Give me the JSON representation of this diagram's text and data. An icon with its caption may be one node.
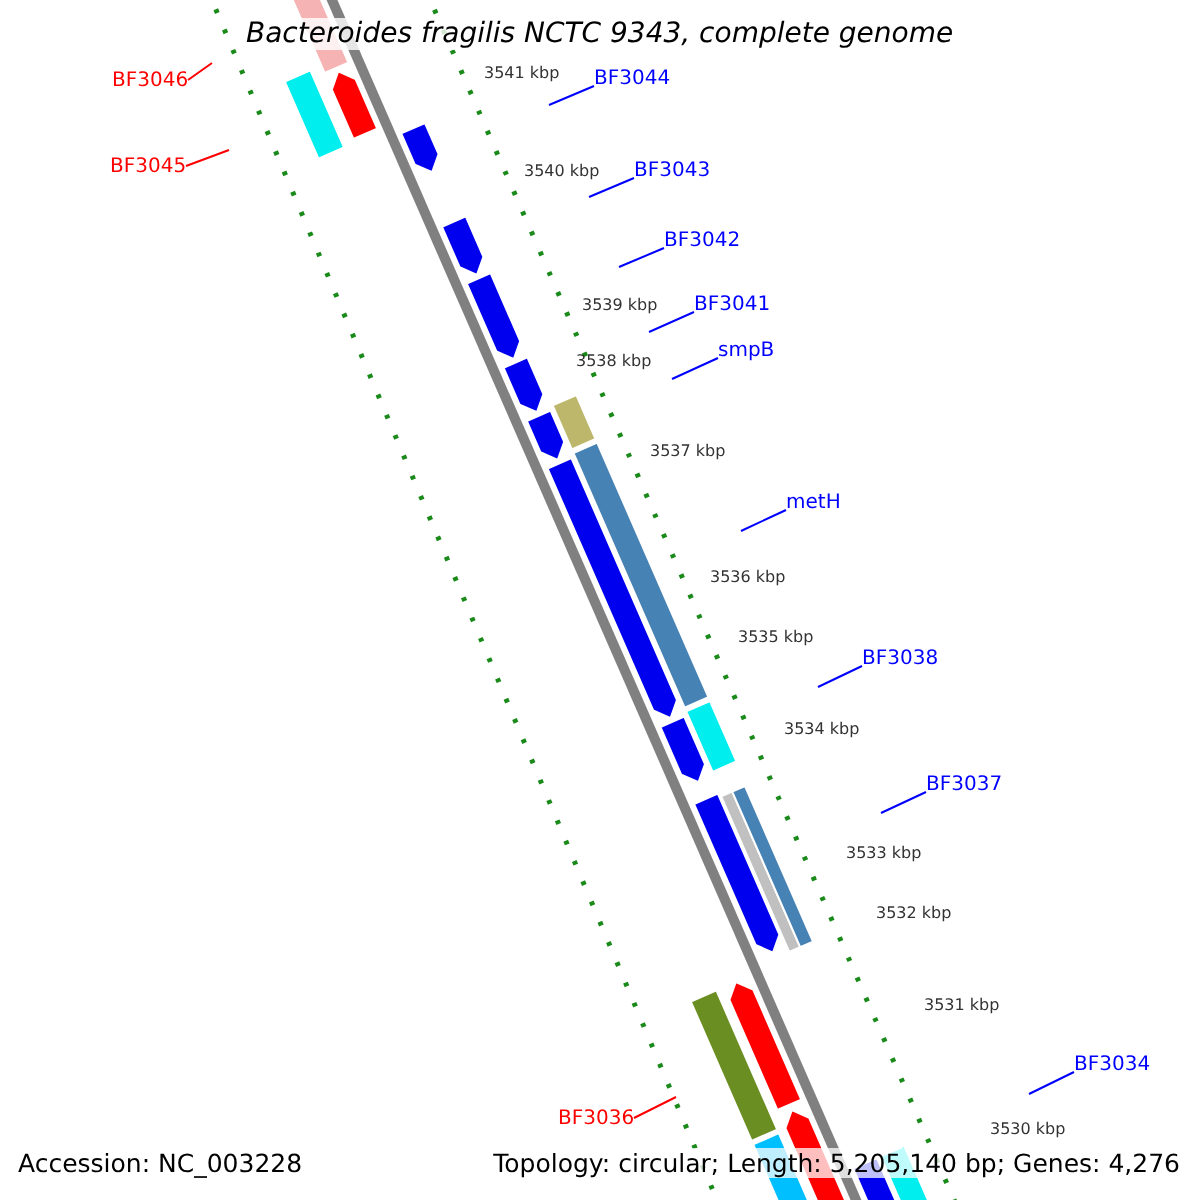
{
  "diagram": {
    "title": "Bacteroides fragilis NCTC 9343, complete genome",
    "nodes": [
      {
        "text": [
          "BF3046"
        ]
      },
      {
        "text": [
          "BF3045"
        ]
      },
      {
        "text": [
          "BF3044"
        ]
      },
      {
        "text": [
          "BF3043"
        ]
      },
      {
        "text": [
          "BF3042"
        ]
      },
      {
        "text": [
          "BF3041"
        ]
      },
      {
        "text": [
          "smpB"
        ]
      },
      {
        "text": [
          "metH"
        ]
      },
      {
        "text": [
          "BF3038"
        ]
      },
      {
        "text": [
          "BF3037"
        ]
      },
      {
        "text": [
          "BF3036"
        ]
      },
      {
        "text": [
          "BF3034"
        ]
      }
    ],
    "edges": [
      {
        "from": 0,
        "to": null,
        "arrow": "none",
        "color": "#ff0000"
      },
      {
        "from": 1,
        "to": null,
        "arrow": "none",
        "color": "#ff0000"
      },
      {
        "from": 2,
        "to": null,
        "arrow": "none"
      },
      {
        "from": 3,
        "to": null,
        "arrow": "none"
      },
      {
        "from": 4,
        "to": null,
        "arrow": "none"
      },
      {
        "from": 5,
        "to": null,
        "arrow": "none"
      },
      {
        "from": 6,
        "to": null,
        "arrow": "none"
      },
      {
        "from": 7,
        "to": null,
        "arrow": "none"
      },
      {
        "from": 8,
        "to": null,
        "arrow": "none"
      },
      {
        "from": 9,
        "to": null,
        "arrow": "none"
      },
      {
        "from": 10,
        "to": null,
        "arrow": "none",
        "color": "#ff0000"
      },
      {
        "from": 11,
        "to": null,
        "arrow": "none"
      }
    ],
    "labels": [
      "3541 kbp",
      "3540 kbp",
      "3539 kbp",
      "3538 kbp",
      "3537 kbp",
      "3536 kbp",
      "3535 kbp",
      "3534 kbp",
      "3533 kbp",
      "3532 kbp",
      "3531 kbp",
      "3530 kbp",
      "Accession: NC_003228",
      "Topology: circular; Length: 5,205,140 bp; Genes: 4,276"
    ]
  }
}
